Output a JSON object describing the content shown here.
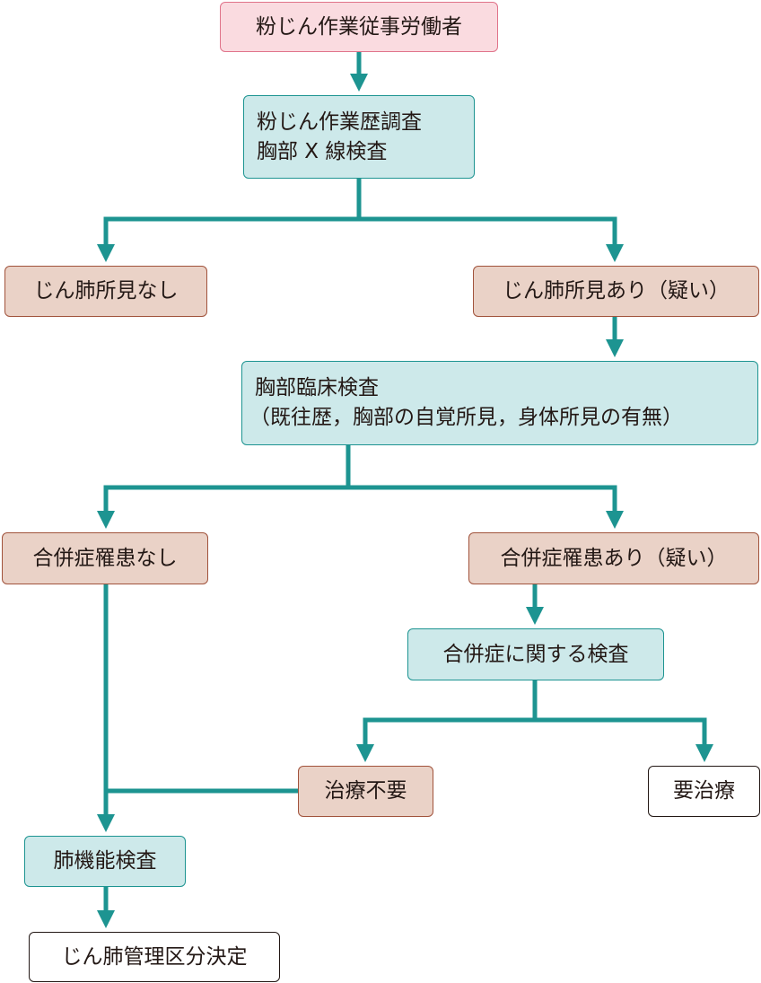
{
  "flowchart": {
    "start": "粉じん作業従事労働者",
    "survey": {
      "line1": "粉じん作業歴調査",
      "line2": "胸部 X 線検査"
    },
    "no_finding": "じん肺所見なし",
    "finding": "じん肺所見あり（疑い）",
    "clinical": {
      "line1": "胸部臨床検査",
      "line2": "（既往歴，胸部の自覚所見，身体所見の有無）"
    },
    "no_complication": "合併症罹患なし",
    "complication": "合併症罹患あり（疑い）",
    "complication_exam": "合併症に関する検査",
    "no_treatment": "治療不要",
    "treatment": "要治療",
    "lung_function": "肺機能検査",
    "decision": "じん肺管理区分決定"
  },
  "colors": {
    "connector": "#1d9491",
    "pink_fill": "#fadbe0",
    "teal_fill": "#cde9ea",
    "brown_fill": "#ead2c7"
  }
}
